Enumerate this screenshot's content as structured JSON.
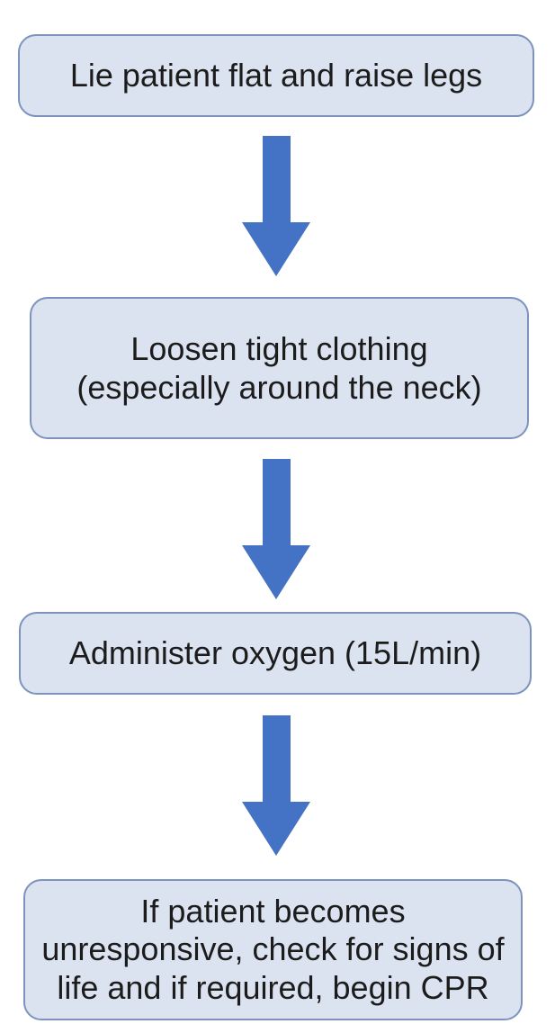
{
  "flowchart": {
    "steps": [
      {
        "lines": [
          "Lie patient flat and raise legs"
        ]
      },
      {
        "lines": [
          "Loosen tight clothing",
          "(especially around the neck)"
        ]
      },
      {
        "lines": [
          "Administer oxygen (15L/min)"
        ]
      },
      {
        "lines": [
          "If patient becomes",
          "unresponsive, check for signs of",
          "life and if required, begin CPR"
        ]
      }
    ],
    "colors": {
      "box_fill": "#dbe3f1",
      "box_border": "#7d93bd",
      "arrow": "#4472c4",
      "text": "#1c1c1c"
    }
  }
}
